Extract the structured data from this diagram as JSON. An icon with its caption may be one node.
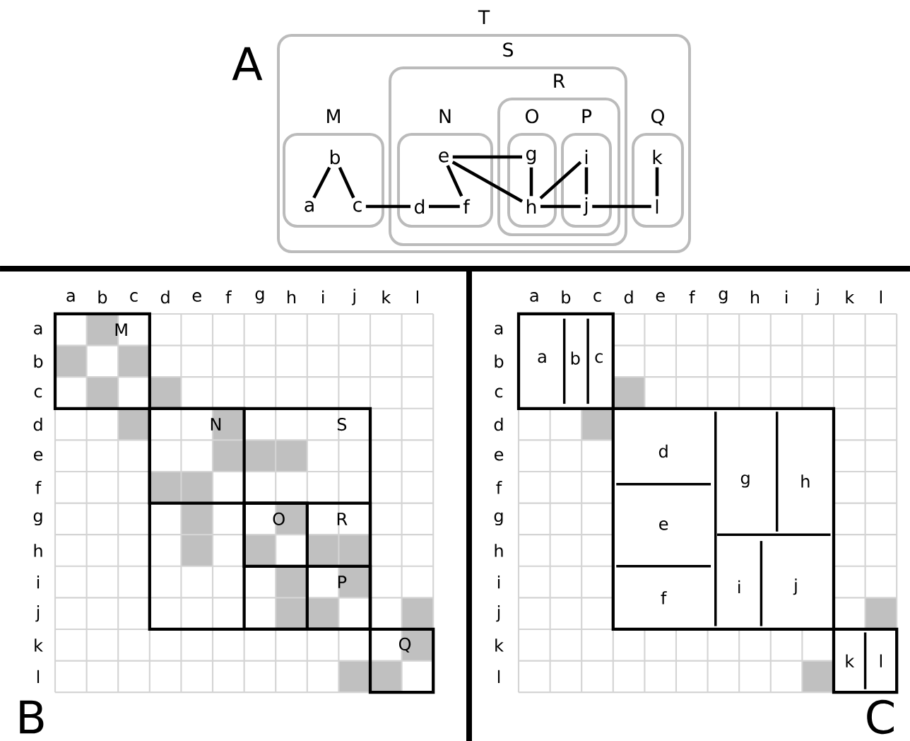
{
  "diagram": {
    "nodes": [
      {
        "text": [
          "T"
        ]
      },
      {
        "text": [
          "M"
        ],
        "in": 0
      },
      {
        "text": [
          "S"
        ],
        "in": 0
      },
      {
        "text": [
          "N"
        ],
        "in": 2
      },
      {
        "text": [
          "R"
        ],
        "in": 2
      },
      {
        "text": [
          "O"
        ],
        "in": 4
      },
      {
        "text": [
          "P"
        ],
        "in": 4
      },
      {
        "text": [
          "Q"
        ],
        "in": 0
      },
      {
        "text": [
          "a"
        ],
        "in": 1
      },
      {
        "text": [
          "b"
        ],
        "in": 1
      },
      {
        "text": [
          "c"
        ],
        "in": 1
      },
      {
        "text": [
          "d"
        ],
        "in": 3
      },
      {
        "text": [
          "e"
        ],
        "in": 3
      },
      {
        "text": [
          "f"
        ],
        "in": 3
      },
      {
        "text": [
          "g"
        ],
        "in": 5
      },
      {
        "text": [
          "h"
        ],
        "in": 5
      },
      {
        "text": [
          "i"
        ],
        "in": 6
      },
      {
        "text": [
          "j"
        ],
        "in": 6
      },
      {
        "text": [
          "k"
        ],
        "in": 7
      },
      {
        "text": [
          "l"
        ],
        "in": 7
      },
      {
        "text": [
          "M"
        ]
      },
      {
        "text": [
          "S"
        ]
      },
      {
        "text": [
          "N"
        ],
        "in": 21
      },
      {
        "text": [
          "R"
        ],
        "in": 21
      },
      {
        "text": [
          "O"
        ],
        "in": 23
      },
      {
        "text": [
          "P"
        ],
        "in": 23
      },
      {
        "text": [
          "Q"
        ]
      },
      {
        "text": [
          "a",
          "b",
          "c"
        ]
      },
      {
        "text": [
          "d",
          "g",
          "h",
          "e",
          "i",
          "j",
          "f"
        ]
      },
      {
        "text": [
          "k",
          "l"
        ]
      }
    ],
    "edges": [
      {
        "from": 8,
        "to": 9,
        "arrow": "none"
      },
      {
        "from": 9,
        "to": 10,
        "arrow": "none"
      },
      {
        "from": 10,
        "to": 11,
        "arrow": "none"
      },
      {
        "from": 11,
        "to": 13,
        "arrow": "none"
      },
      {
        "from": 12,
        "to": 13,
        "arrow": "none"
      },
      {
        "from": 12,
        "to": 14,
        "arrow": "none"
      },
      {
        "from": 12,
        "to": 15,
        "arrow": "none"
      },
      {
        "from": 14,
        "to": 15,
        "arrow": "none"
      },
      {
        "from": 15,
        "to": 16,
        "arrow": "none"
      },
      {
        "from": 15,
        "to": 17,
        "arrow": "none"
      },
      {
        "from": 16,
        "to": 17,
        "arrow": "none"
      },
      {
        "from": 17,
        "to": 19,
        "arrow": "none"
      },
      {
        "from": 18,
        "to": 19,
        "arrow": "none"
      }
    ],
    "labels": [
      "A",
      "a",
      "b",
      "c",
      "d",
      "e",
      "f",
      "g",
      "h",
      "i",
      "j",
      "k",
      "l",
      "a",
      "b",
      "c",
      "d",
      "e",
      "f",
      "g",
      "h",
      "i",
      "j",
      "k",
      "l",
      "a",
      "b",
      "c",
      "d",
      "e",
      "f",
      "g",
      "h",
      "i",
      "j",
      "k",
      "l",
      "a",
      "b",
      "c",
      "d",
      "e",
      "f",
      "g",
      "h",
      "i",
      "j",
      "k",
      "l",
      "B",
      "C"
    ]
  }
}
